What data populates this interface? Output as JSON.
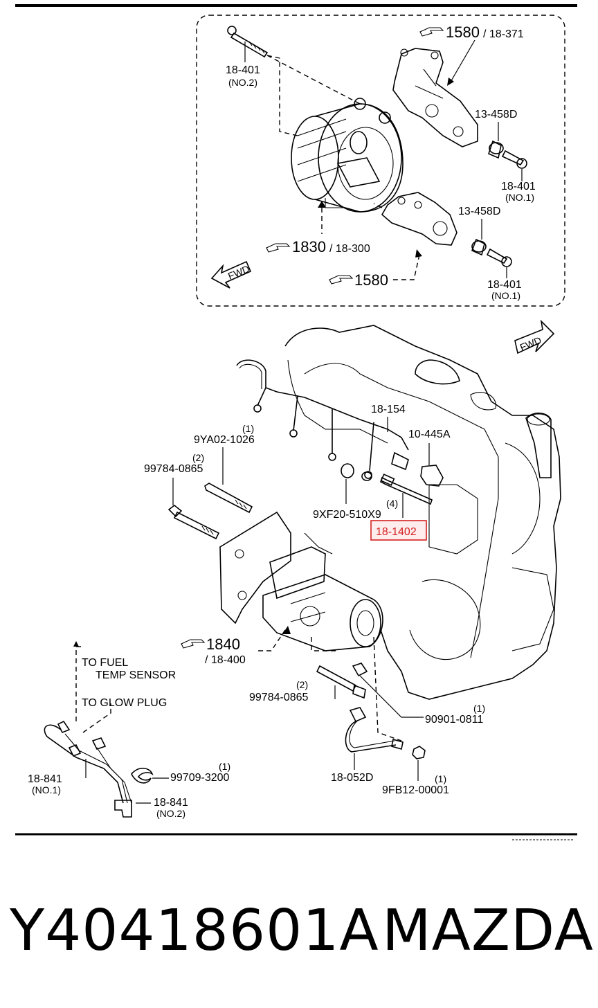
{
  "diagram": {
    "callouts": {
      "alt_bolt": "18-401",
      "alt_bolt_note": "(NO.2)",
      "alt_bracket_ref": "1580",
      "alt_bracket_ref_sub": "/ 18-371",
      "bush_upper": "13-458D",
      "bolt_upper": "18-401",
      "bolt_upper_note": "(NO.1)",
      "bush_lower": "13-458D",
      "bolt_lower": "18-401",
      "bolt_lower_note": "(NO.1)",
      "alternator_ref": "1830",
      "alternator_ref_sub": "/ 18-300",
      "bracket_ref": "1580",
      "harness": "18-154",
      "clip": "10-445A",
      "stud_qty": "(1)",
      "stud": "9YA02-1026",
      "bolt_a_qty": "(2)",
      "bolt_a": "99784-0865",
      "nut_qty": "(4)",
      "nut": "9XF20-510X9",
      "glow_plug": "18-1402",
      "starter_ref": "1840",
      "starter_ref_sub": "/ 18-400",
      "to_fuel": "TO FUEL",
      "temp_sensor": "TEMP SENSOR",
      "to_glow": "TO GLOW PLUG",
      "bolt_b_qty": "(2)",
      "bolt_b": "99784-0865",
      "bolt_c_qty": "(1)",
      "bolt_c": "90901-0811",
      "cable_1": "18-841",
      "cable_1_note": "(NO.1)",
      "clamp_qty": "(1)",
      "clamp": "99709-3200",
      "cable_2": "18-841",
      "cable_2_note": "(NO.2)",
      "sensor": "18-052D",
      "nut2_qty": "(1)",
      "nut2": "9FB12-00001",
      "fwd": "FWD"
    }
  },
  "footer": {
    "part_number": "Y40418601A",
    "brand": "MAZDA"
  },
  "colors": {
    "highlight": "#d42020",
    "line": "#000000",
    "background": "#ffffff"
  }
}
